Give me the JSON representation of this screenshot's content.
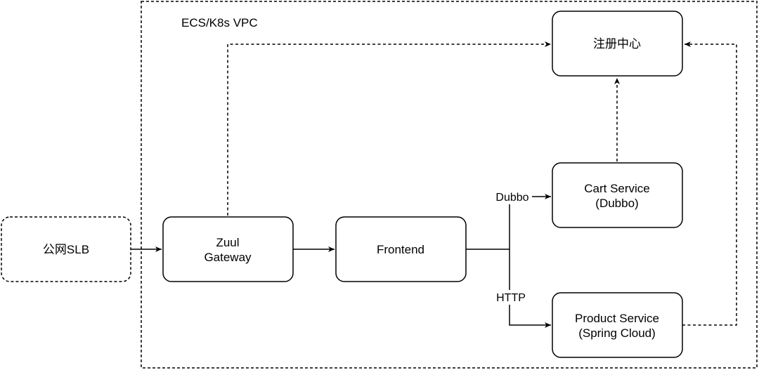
{
  "vpc": {
    "label": "ECS/K8s VPC"
  },
  "nodes": {
    "slb": {
      "lines": [
        "公网SLB"
      ]
    },
    "zuul": {
      "lines": [
        "Zuul",
        "Gateway"
      ]
    },
    "frontend": {
      "lines": [
        "Frontend"
      ]
    },
    "registry": {
      "lines": [
        "注册中心"
      ]
    },
    "cart": {
      "lines": [
        "Cart Service",
        "(Dubbo)"
      ]
    },
    "product": {
      "lines": [
        "Product Service",
        "(Spring Cloud)"
      ]
    }
  },
  "edges": {
    "dubbo_label": "Dubbo",
    "http_label": "HTTP"
  },
  "colors": {
    "stroke": "#000000",
    "background": "#ffffff"
  }
}
